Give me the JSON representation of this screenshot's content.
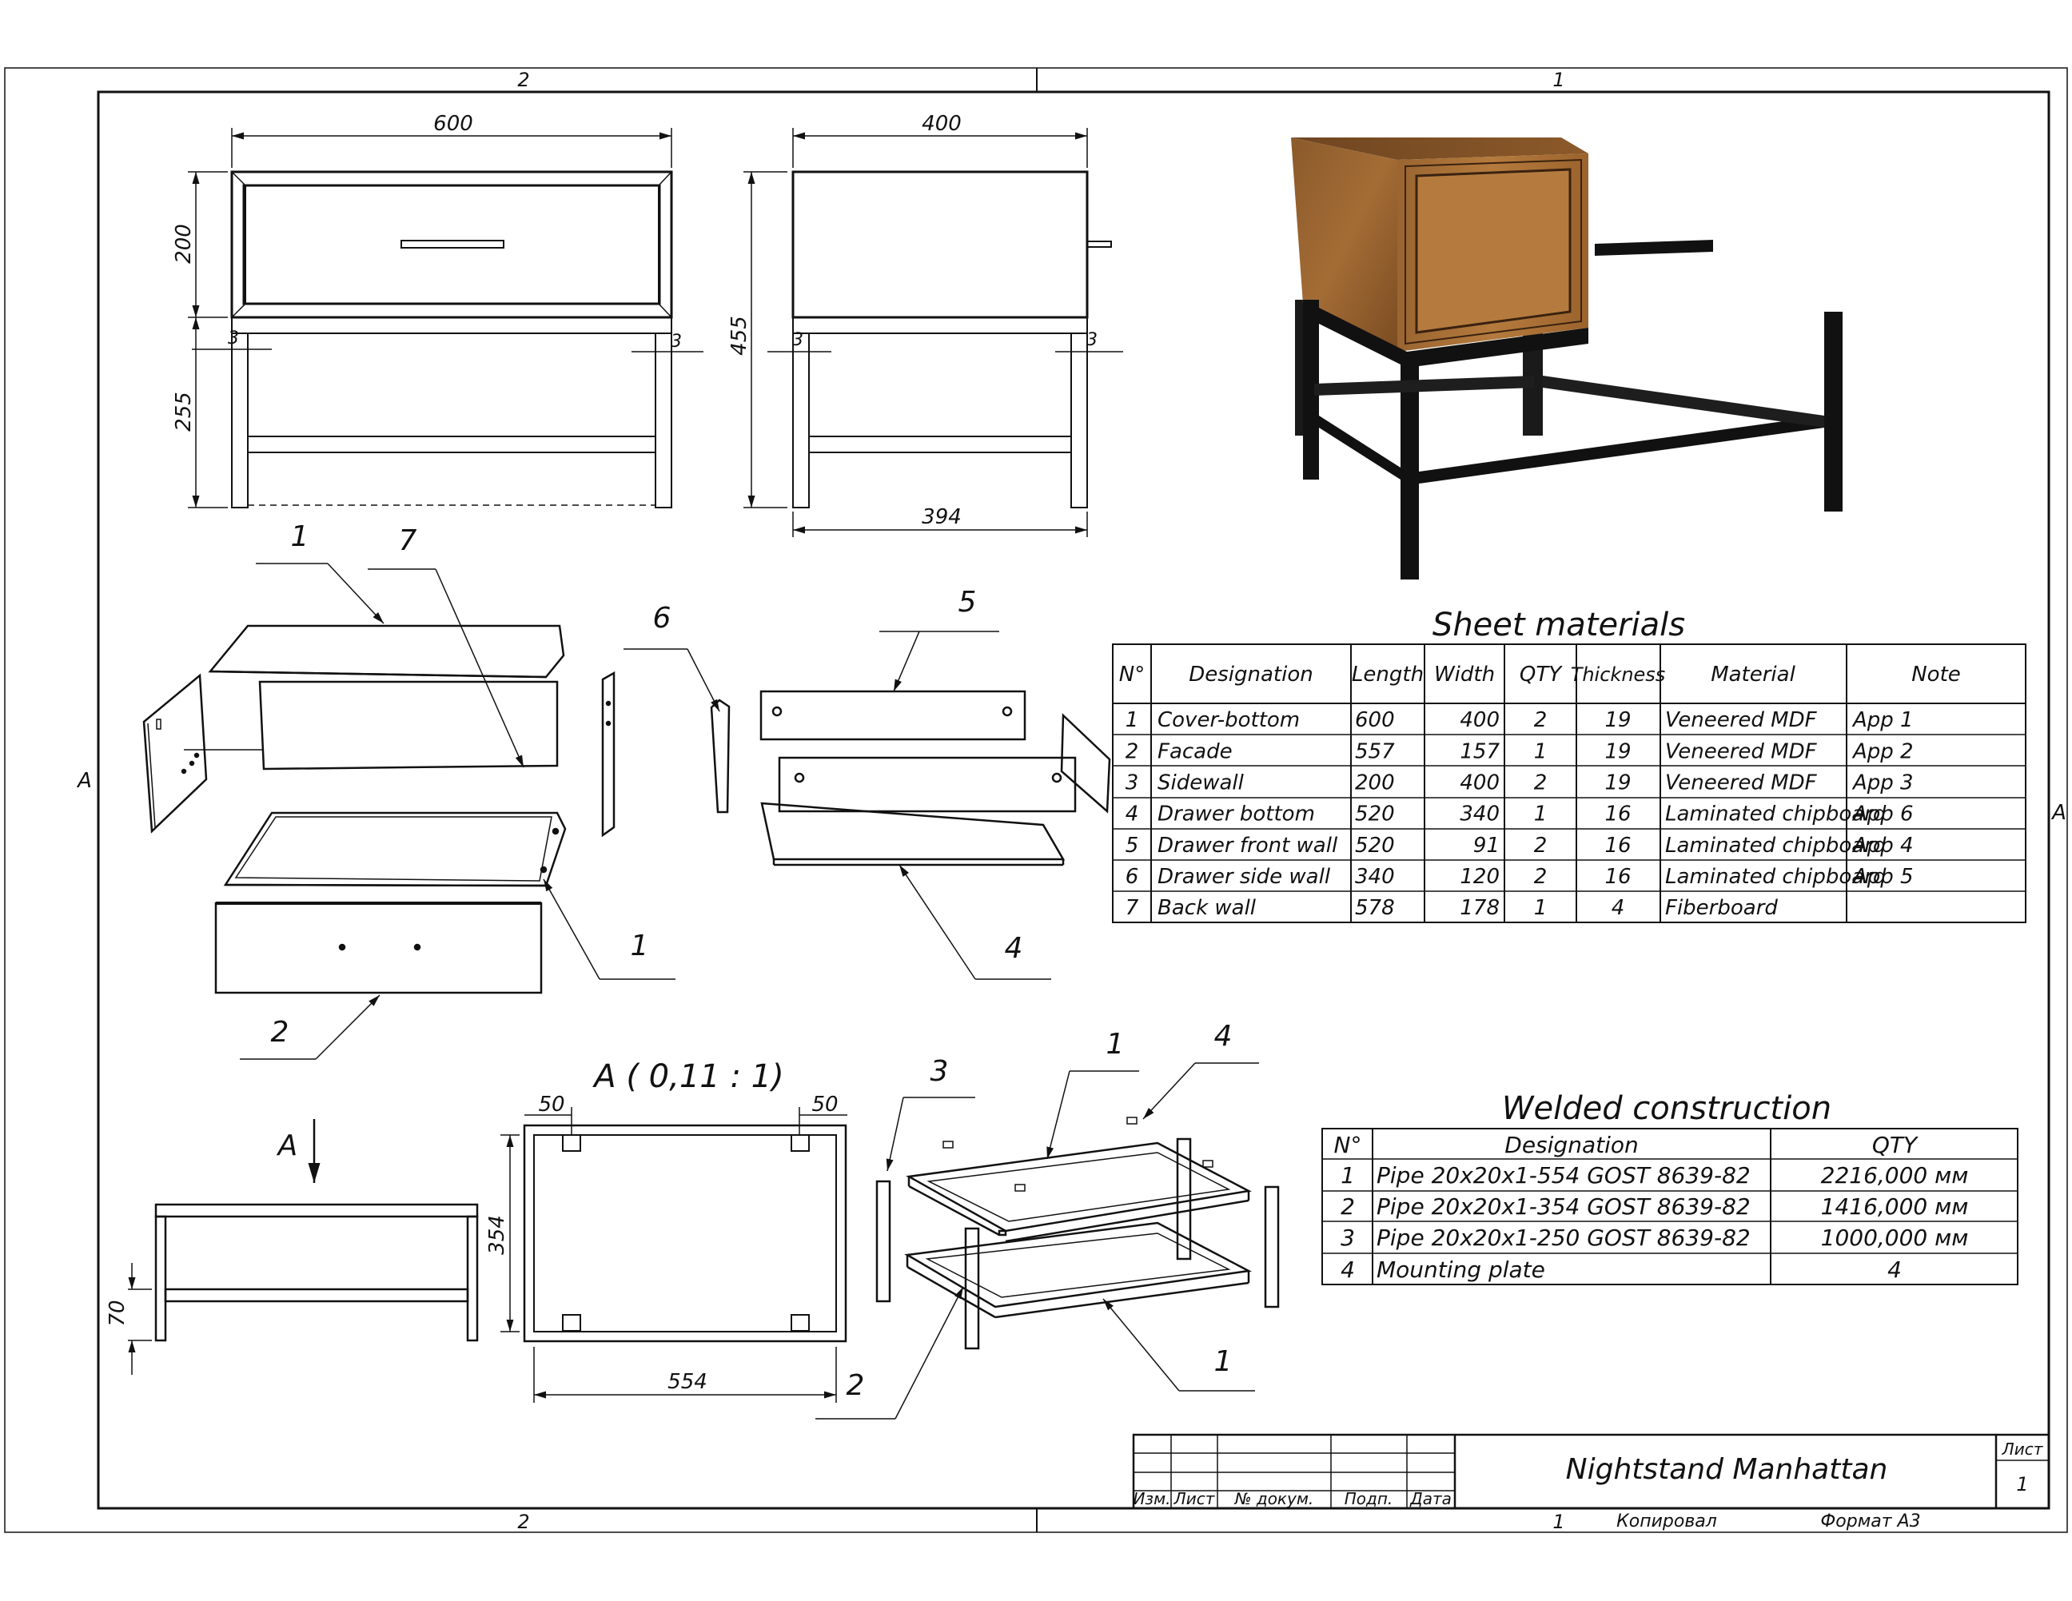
{
  "frame": {
    "zone_top_left": "2",
    "zone_top_right": "1",
    "zone_bottom_left": "2",
    "zone_bottom_right": "1",
    "zone_left": "A",
    "zone_right": "A"
  },
  "dims": {
    "front_width": "600",
    "front_top": "200",
    "front_bottom": "255",
    "front_inset_l": "3",
    "front_inset_r": "3",
    "side_width": "400",
    "side_height": "455",
    "side_inset_l": "3",
    "side_inset_r": "3",
    "side_bottom": "394"
  },
  "callouts": {
    "c1a": "1",
    "c7": "7",
    "c6": "6",
    "c5": "5",
    "c1b": "1",
    "c4a": "4",
    "c2a": "2",
    "c3": "3",
    "c1c": "1",
    "c4b": "4",
    "c1d": "1",
    "c2b": "2"
  },
  "view_a": {
    "arrow_label": "A",
    "title": "A ( 0,11 : 1)",
    "dim_50_left": "50",
    "dim_50_right": "50",
    "dim_354": "354",
    "dim_554": "554",
    "dim_70": "70"
  },
  "sheet_materials": {
    "title": "Sheet materials",
    "headers": [
      "N°",
      "Designation",
      "Length",
      "Width",
      "QTY",
      "Thickness",
      "Material",
      "Note"
    ],
    "rows": [
      [
        "1",
        "Cover-bottom",
        "600",
        "400",
        "2",
        "19",
        "Veneered MDF",
        "App 1"
      ],
      [
        "2",
        "Facade",
        "557",
        "157",
        "1",
        "19",
        "Veneered MDF",
        "App 2"
      ],
      [
        "3",
        "Sidewall",
        "200",
        "400",
        "2",
        "19",
        "Veneered MDF",
        "App 3"
      ],
      [
        "4",
        "Drawer bottom",
        "520",
        "340",
        "1",
        "16",
        "Laminated chipboard",
        "App 6"
      ],
      [
        "5",
        "Drawer front wall",
        "520",
        "91",
        "2",
        "16",
        "Laminated chipboard",
        "App 4"
      ],
      [
        "6",
        "Drawer side wall",
        "340",
        "120",
        "2",
        "16",
        "Laminated chipboard",
        "App 5"
      ],
      [
        "7",
        "Back wall",
        "578",
        "178",
        "1",
        "4",
        "Fiberboard",
        ""
      ]
    ]
  },
  "welded": {
    "title": "Welded construction",
    "headers": [
      "N°",
      "Designation",
      "QTY"
    ],
    "rows": [
      [
        "1",
        "Pipe  20x20x1-554 GOST 8639-82",
        "2216,000 мм"
      ],
      [
        "2",
        "Pipe  20x20x1-354 GOST 8639-82",
        "1416,000 мм"
      ],
      [
        "3",
        "Pipe   20x20x1-250 GOST 8639-82",
        "1000,000 мм"
      ],
      [
        "4",
        "Mounting plate",
        "4"
      ]
    ]
  },
  "title_block": {
    "name": "Nightstand Manhattan",
    "sheet_label": "Лист",
    "sheet_number": "1",
    "col_izm": "Изм.",
    "col_list": "Лист",
    "col_doc": "№ докум.",
    "col_sign": "Подп.",
    "col_date": "Дата",
    "copied": "Копировал",
    "format": "Формат А3"
  }
}
